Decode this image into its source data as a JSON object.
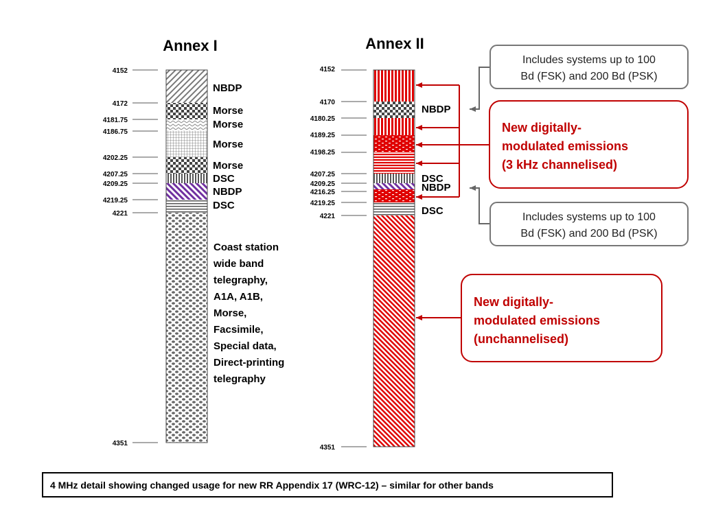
{
  "annex1": {
    "title": "Annex I",
    "ticks": [
      "4152",
      "4172",
      "4181.75",
      "4186.75",
      "4202.25",
      "4207.25",
      "4209.25",
      "4219.25",
      "4221",
      "4351"
    ],
    "labels": [
      "NBDP",
      "Morse",
      "Morse",
      "Morse",
      "Morse",
      "DSC",
      "NBDP",
      "DSC"
    ],
    "coast_text": [
      "Coast station",
      "wide band",
      "telegraphy,",
      "A1A, A1B,",
      "Morse,",
      "Facsimile,",
      "Special data,",
      "Direct-printing",
      "telegraphy"
    ]
  },
  "annex2": {
    "title": "Annex II",
    "ticks": [
      "4152",
      "4170",
      "4180.25",
      "4189.25",
      "4198.25",
      "4207.25",
      "4209.25",
      "4216.25",
      "4219.25",
      "4221",
      "4351"
    ],
    "labels": [
      "NBDP",
      "DSC",
      "NBDP",
      "DSC"
    ]
  },
  "callouts": {
    "gray1": [
      "Includes systems up to 100",
      "Bd (FSK) and 200 Bd (PSK)"
    ],
    "red1": [
      "New digitally-",
      "modulated emissions",
      "(3 kHz channelised)"
    ],
    "gray2": [
      "Includes systems up to 100",
      "Bd (FSK) and 200 Bd (PSK)"
    ],
    "red2": [
      "New digitally-",
      "modulated emissions",
      "(unchannelised)"
    ]
  },
  "caption": "4 MHz detail showing changed usage for new RR Appendix 17 (WRC-12) – similar for other bands",
  "colors": {
    "red": "#e00000",
    "dark_red": "#c00000",
    "gray": "#666666",
    "purple": "#7030a0"
  }
}
